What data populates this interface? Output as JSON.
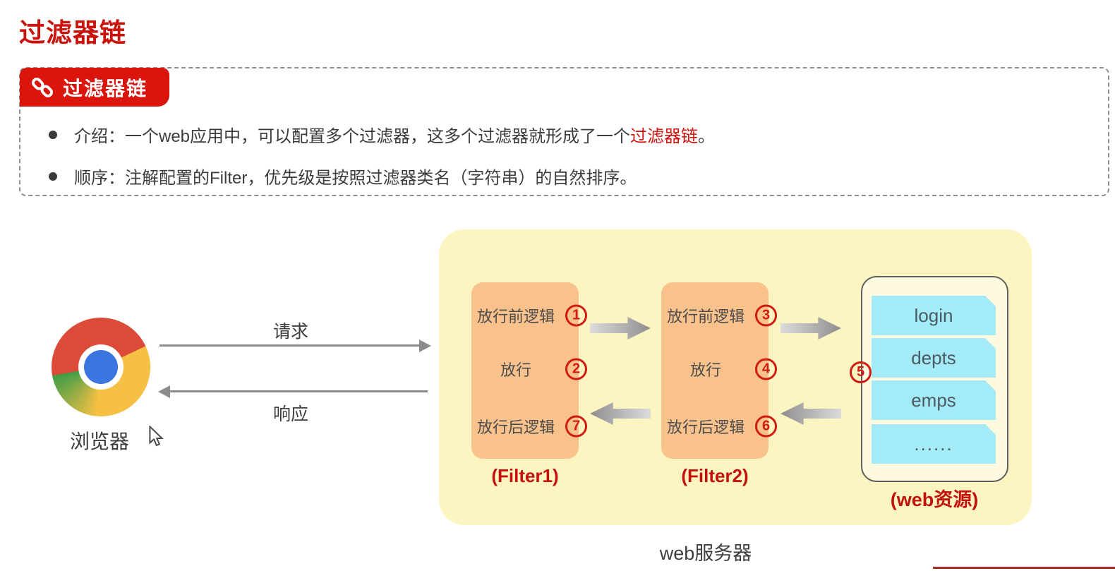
{
  "page": {
    "title": "过滤器链"
  },
  "intro_panel": {
    "badge_label": "过滤器链",
    "bullets": [
      {
        "prefix": "介绍：一个web应用中，可以配置多个过滤器，这多个过滤器就形成了一个",
        "highlight": "过滤器链",
        "suffix": "。"
      },
      {
        "prefix": "顺序：注解配置的Filter，优先级是按照过滤器类名（字符串）的自然排序。",
        "highlight": "",
        "suffix": ""
      }
    ]
  },
  "diagram": {
    "browser_label": "浏览器",
    "request_label": "请求",
    "response_label": "响应",
    "server_label": "web服务器",
    "filter1": {
      "caption": "(Filter1)",
      "rows": [
        {
          "label": "放行前逻辑",
          "num": "1"
        },
        {
          "label": "放行",
          "num": "2"
        },
        {
          "label": "放行后逻辑",
          "num": "7"
        }
      ]
    },
    "filter2": {
      "caption": "(Filter2)",
      "rows": [
        {
          "label": "放行前逻辑",
          "num": "3"
        },
        {
          "label": "放行",
          "num": "4"
        },
        {
          "label": "放行后逻辑",
          "num": "6"
        }
      ]
    },
    "web_resources": {
      "caption": "(web资源)",
      "step_num": "5",
      "items": [
        "login",
        "depts",
        "emps",
        "......"
      ]
    }
  },
  "icons": {
    "badge_icon": "chain-link",
    "browser_icon": "chrome-logo",
    "pointer_icon": "mouse-cursor"
  },
  "colors": {
    "accent_red": "#c9140d",
    "badge_red": "#d9150e",
    "panel_yellow": "#fdf5c1",
    "filter_orange": "#f9c28d",
    "resource_cyan": "#a3ebf7",
    "arrow_gray": "#8c8c8c",
    "number_red": "#ce1b13"
  }
}
